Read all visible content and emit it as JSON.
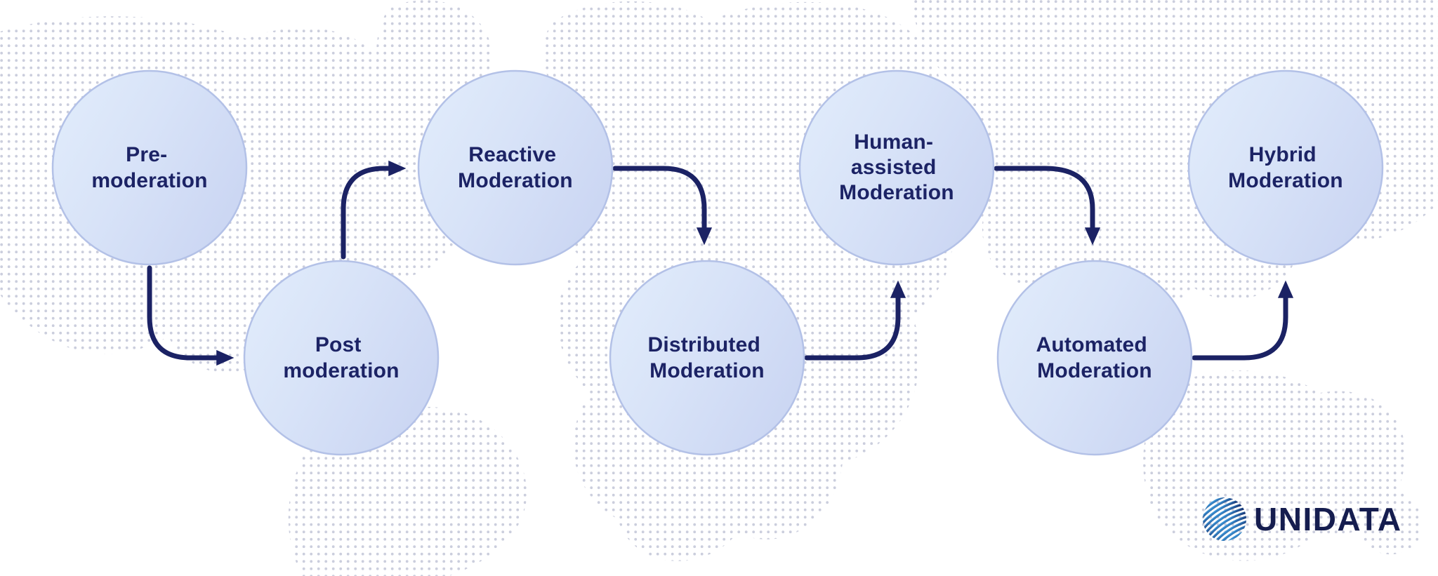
{
  "diagram": {
    "type": "flow",
    "nodes": [
      {
        "id": "pre-moderation",
        "label": "Pre-moderation",
        "lines": [
          "Pre-",
          "moderation"
        ]
      },
      {
        "id": "post-moderation",
        "label": "Post moderation",
        "lines": [
          "Post",
          "moderation"
        ]
      },
      {
        "id": "reactive-moderation",
        "label": "Reactive Moderation",
        "lines": [
          "Reactive",
          "Moderation"
        ]
      },
      {
        "id": "distributed-moderation",
        "label": "Distributed Moderation",
        "lines": [
          "Distributed",
          "Moderation"
        ]
      },
      {
        "id": "human-assisted-moderation",
        "label": "Human-assisted Moderation",
        "lines": [
          "Human-",
          "assisted",
          "Moderation"
        ]
      },
      {
        "id": "automated-moderation",
        "label": "Automated Moderation",
        "lines": [
          "Automated",
          "Moderation"
        ]
      },
      {
        "id": "hybrid-moderation",
        "label": "Hybrid Moderation",
        "lines": [
          "Hybrid",
          "Moderation"
        ]
      }
    ],
    "edges": [
      {
        "from": "pre-moderation",
        "to": "post-moderation"
      },
      {
        "from": "post-moderation",
        "to": "reactive-moderation"
      },
      {
        "from": "reactive-moderation",
        "to": "distributed-moderation"
      },
      {
        "from": "distributed-moderation",
        "to": "human-assisted-moderation"
      },
      {
        "from": "human-assisted-moderation",
        "to": "automated-moderation"
      },
      {
        "from": "automated-moderation",
        "to": "hybrid-moderation"
      }
    ],
    "colors": {
      "node_fill_light": "#e1ecfb",
      "node_fill_dark": "#cdd8f4",
      "node_border": "#b3c1e7",
      "arrow": "#1b2264",
      "node_text": "#1c2365",
      "map_dots": "#cbcedd",
      "background": "#ffffff"
    },
    "background": {
      "pattern": "dotted-world-map"
    }
  },
  "logo": {
    "text": "UNIDATA",
    "text_color": "#151d4f",
    "globe_color_dark": "#16306f",
    "globe_color_light": "#3d96d8"
  }
}
